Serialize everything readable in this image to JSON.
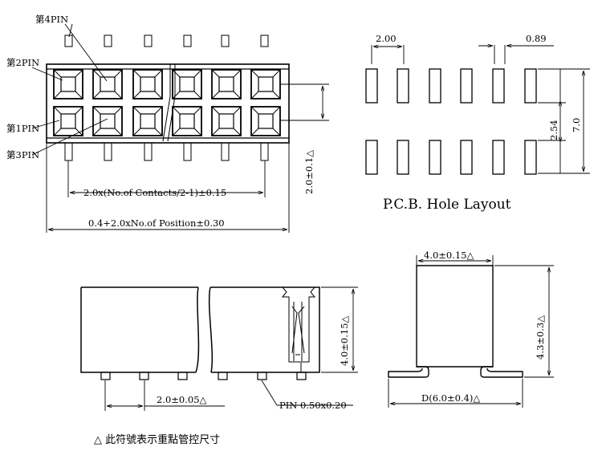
{
  "top_view": {
    "pin_labels": {
      "pin4": "第4PIN",
      "pin2": "第2PIN",
      "pin1": "第1PIN",
      "pin3": "第3PIN"
    },
    "dim_pitch": "2.0x(No.of Contacts/2-1)±0.15",
    "dim_length": "0.4+2.0xNo.of Position±0.30",
    "dim_row_pitch": "2.0±0.1△"
  },
  "pcb_layout": {
    "title": "P.C.B.  Hole Layout",
    "dim_pitch": "2.00",
    "dim_pad_width": "0.89",
    "dim_row_spacing": "2.54",
    "dim_total": "7.0"
  },
  "side_view": {
    "dim_height": "4.0±0.15△",
    "dim_pitch": "2.0±0.05△",
    "pin_spec": "PIN 0.50x0.20"
  },
  "end_view": {
    "dim_width": "4.0±0.15△",
    "dim_height": "4.3±0.3△",
    "dim_footprint": "D(6.0±0.4)△"
  },
  "note": "△ 此符號表示重點管控尺寸"
}
